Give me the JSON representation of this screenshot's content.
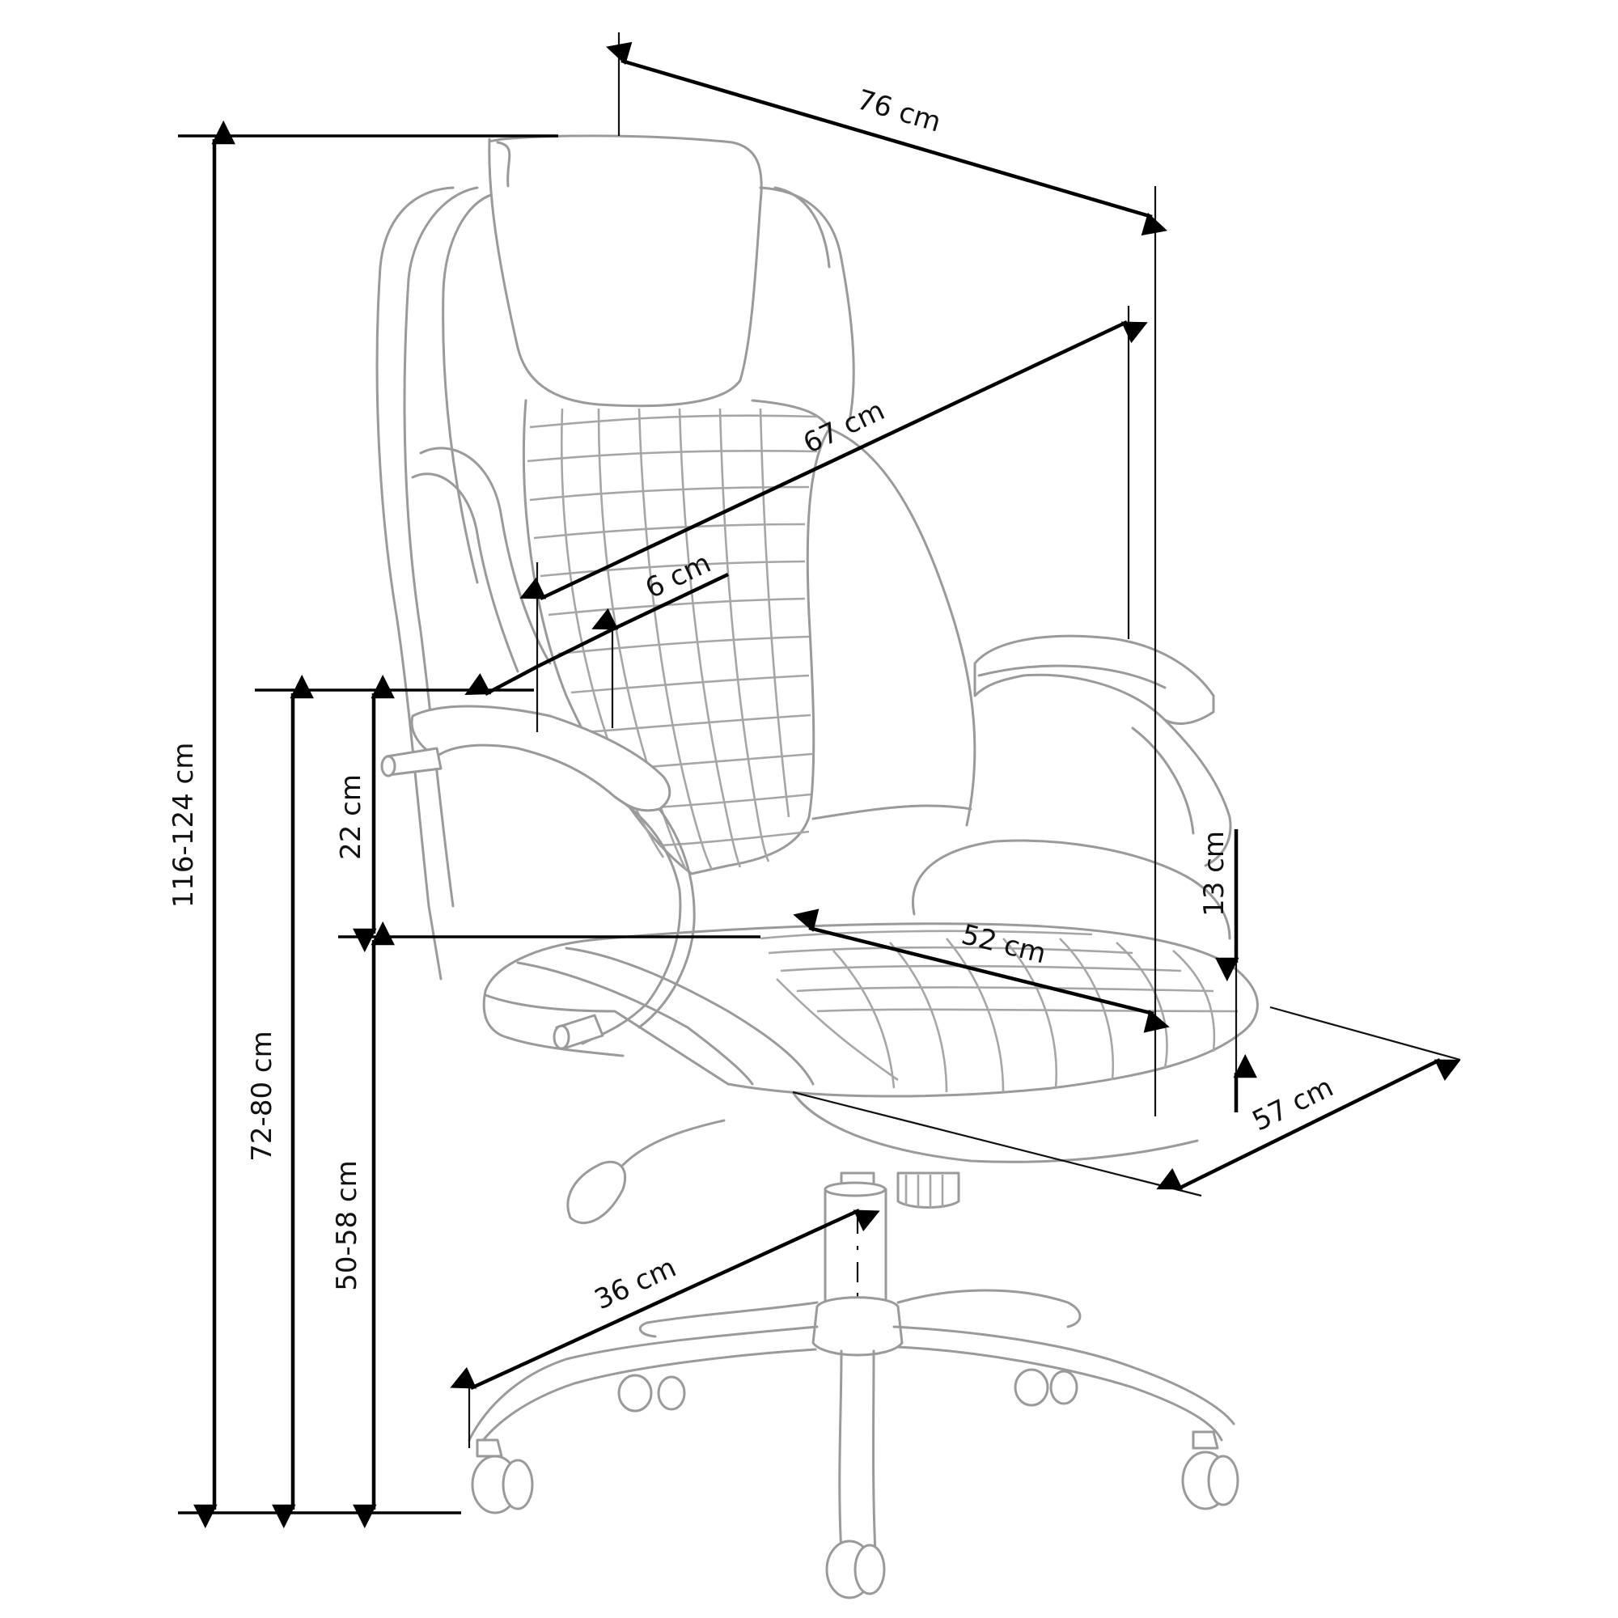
{
  "diagram": {
    "subject": "Office chair technical dimension drawing",
    "colors": {
      "background": "#ffffff",
      "chair_outline": "#9a9a9a",
      "dimension_lines": "#000000"
    },
    "dimensions": {
      "overall_width": "76 cm",
      "backrest_height": "67 cm",
      "lumbar_offset": "6 cm",
      "total_height": "116-124 cm",
      "armrest_height_from_floor": "72-80 cm",
      "armrest_above_seat": "22 cm",
      "seat_height": "50-58 cm",
      "seat_width": "52 cm",
      "seat_thickness": "13 cm",
      "seat_depth": "57 cm",
      "base_radius": "36 cm"
    }
  }
}
